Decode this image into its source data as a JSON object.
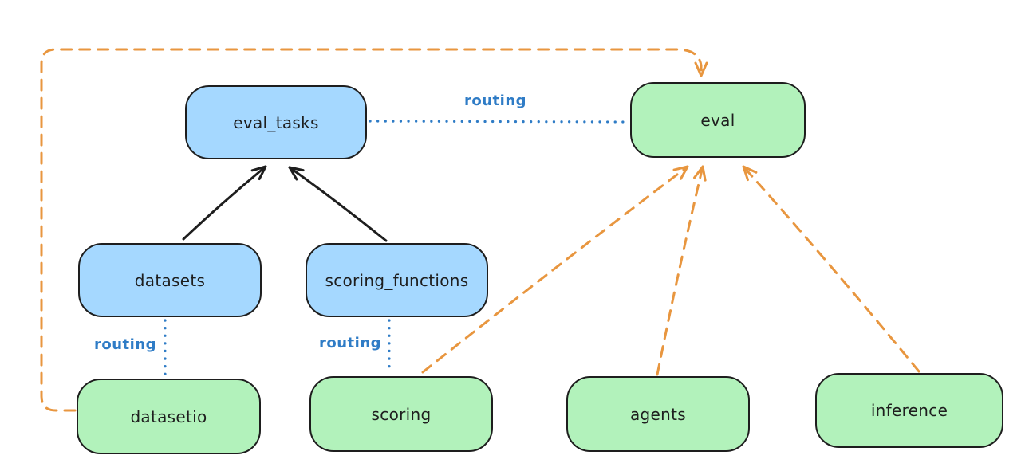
{
  "diagram": {
    "nodes": {
      "eval_tasks": {
        "label": "eval_tasks",
        "color": "blue"
      },
      "eval": {
        "label": "eval",
        "color": "green"
      },
      "datasets": {
        "label": "datasets",
        "color": "blue"
      },
      "scoring_functions": {
        "label": "scoring_functions",
        "color": "blue"
      },
      "datasetio": {
        "label": "datasetio",
        "color": "green"
      },
      "scoring": {
        "label": "scoring",
        "color": "green"
      },
      "agents": {
        "label": "agents",
        "color": "green"
      },
      "inference": {
        "label": "inference",
        "color": "green"
      }
    },
    "edge_labels": {
      "routing_top": {
        "label": "routing"
      },
      "routing_datasets": {
        "label": "routing"
      },
      "routing_scoring": {
        "label": "routing"
      }
    },
    "connections": [
      {
        "from": "datasets",
        "to": "eval_tasks",
        "style": "solid-black-arrow"
      },
      {
        "from": "scoring_functions",
        "to": "eval_tasks",
        "style": "solid-black-arrow"
      },
      {
        "from": "eval_tasks",
        "to": "eval",
        "style": "dotted-blue",
        "label": "routing"
      },
      {
        "from": "datasets",
        "to": "datasetio",
        "style": "dotted-blue",
        "label": "routing"
      },
      {
        "from": "scoring_functions",
        "to": "scoring",
        "style": "dotted-blue",
        "label": "routing"
      },
      {
        "from": "datasetio",
        "to": "eval",
        "style": "dashed-orange-arrow"
      },
      {
        "from": "scoring",
        "to": "eval",
        "style": "dashed-orange-arrow"
      },
      {
        "from": "agents",
        "to": "eval",
        "style": "dashed-orange-arrow"
      },
      {
        "from": "inference",
        "to": "eval",
        "style": "dashed-orange-arrow"
      }
    ],
    "colors": {
      "node_blue_fill": "#a5d8ff",
      "node_green_fill": "#b2f2bb",
      "node_border": "#1e1e1e",
      "routing_blue": "#2f7cc6",
      "arrow_orange": "#e8963f",
      "arrow_black": "#1e1e1e",
      "background": "#ffffff"
    }
  }
}
